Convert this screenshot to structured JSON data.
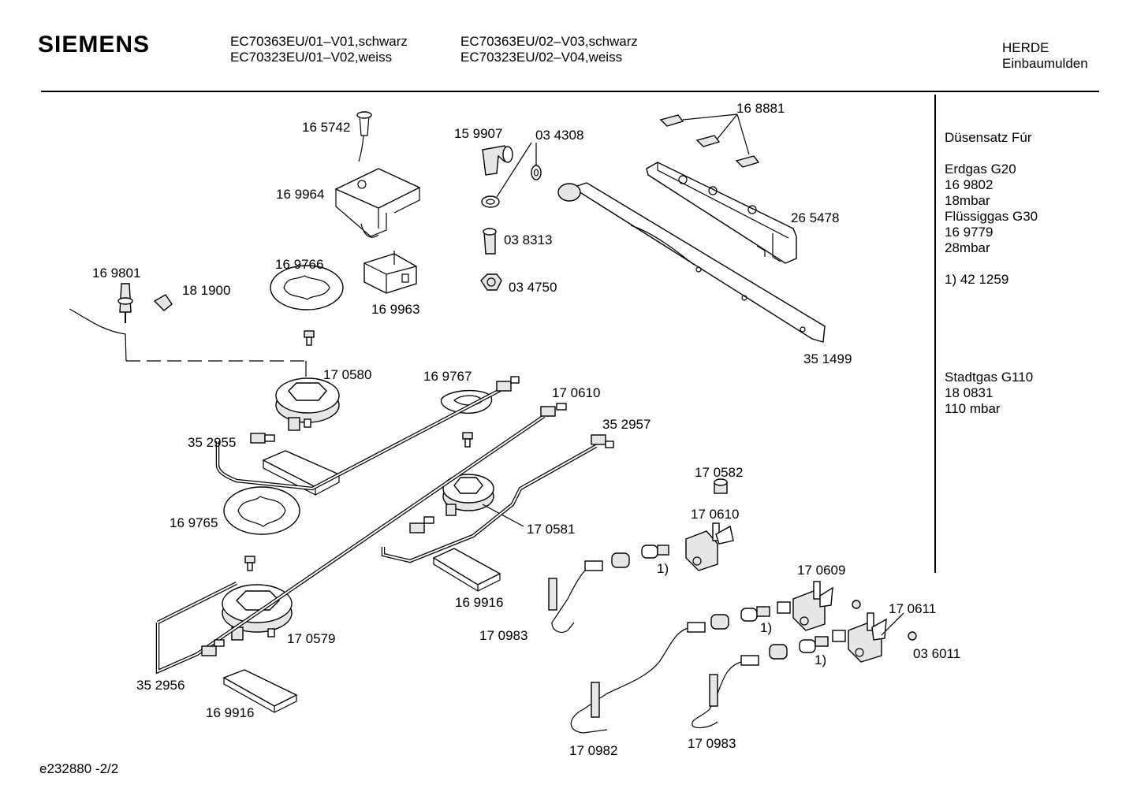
{
  "header": {
    "brand": "SIEMENS",
    "models_col1": [
      "EC70363EU/01–V01,schwarz",
      "EC70323EU/01–V02,weiss"
    ],
    "models_col2": [
      "EC70363EU/02–V03,schwarz",
      "EC70323EU/02–V04,weiss"
    ],
    "category": [
      "HERDE",
      "Einbaumulden"
    ]
  },
  "sidebar": {
    "lines_a": [
      "Düsensatz Fúr",
      "",
      "Erdgas G20",
      "16 9802",
      "18mbar",
      "Flüssiggas G30",
      "16 9779",
      "28mbar",
      "",
      "1) 42 1259"
    ],
    "lines_b": [
      "Stadtgas G110",
      "18 0831",
      "110 mbar"
    ]
  },
  "parts": [
    "16 5742",
    "15 9907",
    "03 4308",
    "16 8881",
    "16 9964",
    "26 5478",
    "03 8313",
    "16 9766",
    "16 9801",
    "18 1900",
    "16 9963",
    "03 4750",
    "35 1499",
    "17 0580",
    "16 9767",
    "17 0610",
    "35 2955",
    "35 2957",
    "17 0582",
    "16 9765",
    "17 0610",
    "17 0581",
    "1)",
    "17 0609",
    "16 9916",
    "17 0611",
    "17 0983",
    "1)",
    "17 0579",
    "03 6011",
    "1)",
    "35 2956",
    "16 9916",
    "17 0982",
    "17 0983"
  ],
  "footer": "e232880  -2/2"
}
